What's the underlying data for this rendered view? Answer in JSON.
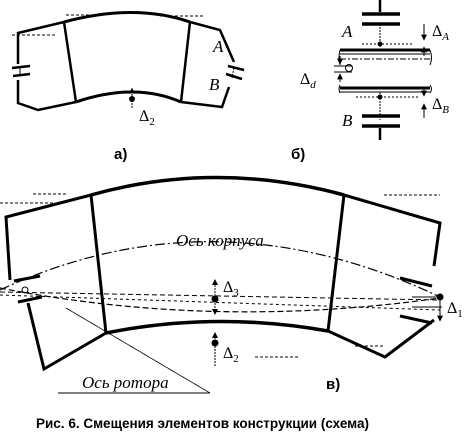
{
  "labels": {
    "panel_a": "а)",
    "panel_b": "б)",
    "panel_c": "в)",
    "caption": "Рис. 6. Смещения элементов конструкции (схема)"
  },
  "panel_a": {
    "support_a": "A",
    "support_b": "B",
    "delta_sym": "Δ",
    "delta_sub": "2"
  },
  "panel_b": {
    "support_a": "A",
    "support_b": "B",
    "delta_a_sym": "Δ",
    "delta_a_sub": "A",
    "delta_d_sym": "Δ",
    "delta_d_sub": "d",
    "delta_b_sym": "Δ",
    "delta_b_sub": "B"
  },
  "panel_c": {
    "casing_axis": "Ось корпуса",
    "rotor_axis": "Ось ротора",
    "d3_sym": "Δ",
    "d3_sub": "3",
    "d2_sym": "Δ",
    "d2_sub": "2",
    "d1_sym": "Δ",
    "d1_sub": "1"
  }
}
